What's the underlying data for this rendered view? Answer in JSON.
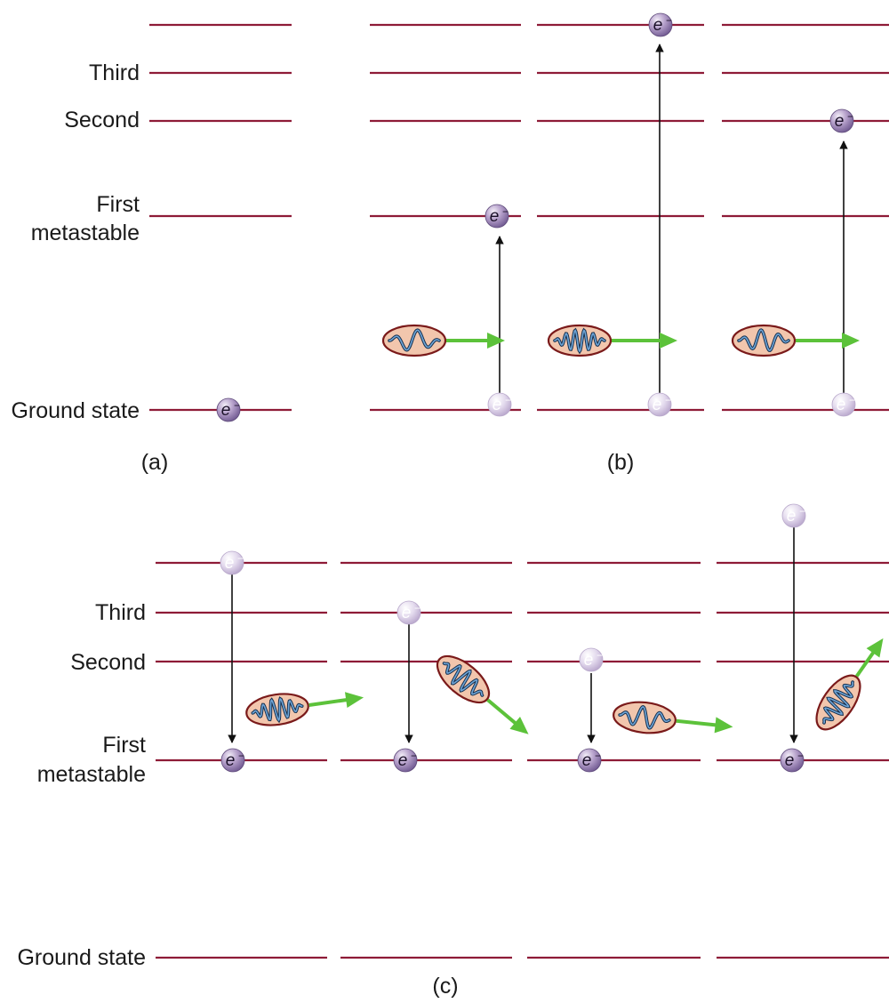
{
  "colors": {
    "level_line": "#8e1b37",
    "electron": "#9b82b4",
    "electron_ghost": "#d9cde6",
    "photon_fill": "#f2c6ad",
    "photon_stroke": "#7a1a1a",
    "wave": "#2c4f8a",
    "arrow_green": "#5cc23a",
    "arrow_black": "#111111"
  },
  "electron": {
    "symbol": "e",
    "charge": "−"
  },
  "panel_a": {
    "label": "(a)",
    "levels": [
      "Third",
      "Second",
      "First",
      "metastable",
      "Ground state"
    ]
  },
  "panel_b": {
    "label": "(b)"
  },
  "panel_c": {
    "label": "(c)",
    "levels": [
      "Third",
      "Second",
      "First",
      "metastable",
      "Ground state"
    ]
  }
}
